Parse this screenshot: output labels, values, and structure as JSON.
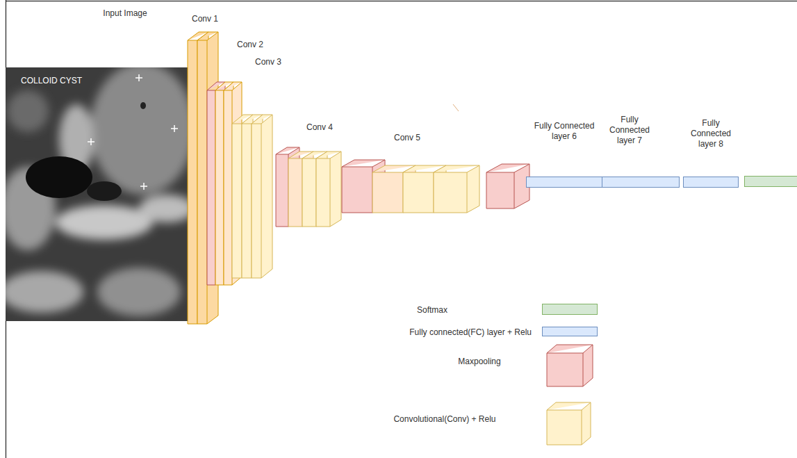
{
  "diagram": {
    "labels": [
      "Input Image",
      "COLLOID CYST",
      "Conv 1",
      "Conv 2",
      "Conv 3",
      "Conv 4",
      "Conv 5",
      "Fully Connected layer 6",
      "Fully Connected layer 7",
      "Fully Connected layer 8"
    ],
    "legend": [
      {
        "text": "Softmax",
        "color": "#d5e8d4"
      },
      {
        "text": "Fully connected(FC) layer + Relu",
        "color": "#dae8fc"
      },
      {
        "text": "Maxpooling"
      },
      {
        "text": "Convolutional(Conv) + Relu"
      }
    ]
  }
}
